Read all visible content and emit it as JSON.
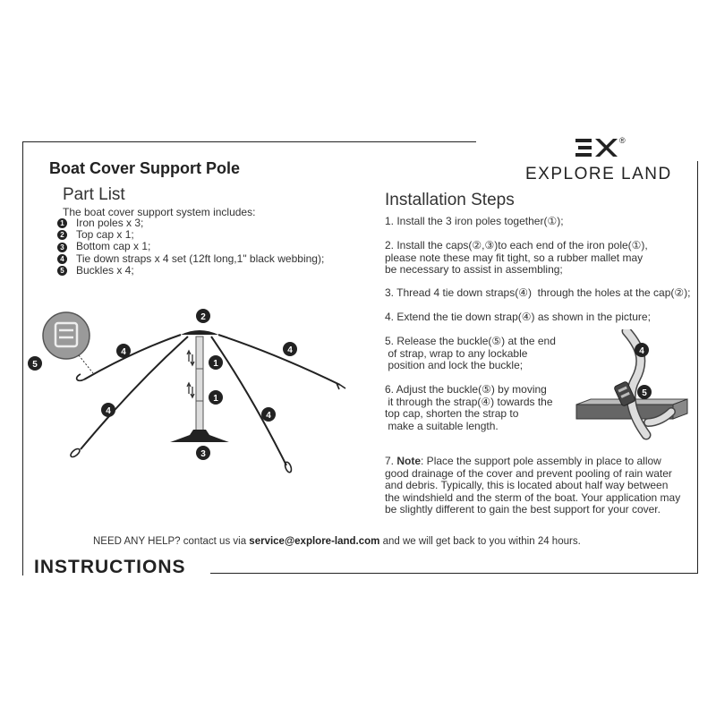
{
  "header": {
    "title": "Boat Cover Support Pole",
    "brand_name": "EXPLORE LAND",
    "brand_mark": "EX",
    "registered_mark": "®"
  },
  "part_list": {
    "heading": "Part List",
    "intro": "The boat cover support system includes:",
    "items": [
      {
        "num": "1",
        "text": "Iron poles x 3;"
      },
      {
        "num": "2",
        "text": "Top cap x 1;"
      },
      {
        "num": "3",
        "text": "Bottom cap x 1;"
      },
      {
        "num": "4",
        "text": "Tie down straps x 4 set (12ft long,1\" black webbing);"
      },
      {
        "num": "5",
        "text": "Buckles x 4;"
      }
    ]
  },
  "diagram": {
    "pole_labels": [
      "1",
      "1"
    ],
    "top_cap_label": "2",
    "bottom_cap_label": "3",
    "strap_labels": [
      "4",
      "4",
      "4",
      "4"
    ],
    "buckle_label": "5"
  },
  "installation": {
    "heading": "Installation Steps",
    "steps": [
      "1. Install the 3 iron poles together(①);",
      "2. Install the caps(②,③)to each end of the iron pole(①),\nplease note these may fit tight, so a rubber mallet may\nbe necessary to assist in assembling;",
      "3. Thread 4 tie down straps(④)  through the holes at the cap(②);",
      "4. Extend the tie down strap(④) as shown in the picture;",
      "5. Release the buckle(⑤) at the end\n of strap, wrap to any lockable\n position and lock the buckle;",
      "6. Adjust the buckle(⑤) by moving\n it through the strap(④) towards the\ntop cap, shorten the strap to\n make a suitable length."
    ],
    "note_prefix": "7. ",
    "note_label": "Note",
    "note_text": ": Place the support pole assembly in place to allow\ngood drainage of the cover and prevent pooling of rain water\nand debris. Typically, this is located about half way between\nthe windshield and the sterm of the boat. Your application may\nbe slightly different to gain the best support for your cover.",
    "strap_label": "4",
    "buckle_label": "5"
  },
  "footer": {
    "help_prefix": "NEED ANY HELP? contact us via ",
    "help_email": "service@explore-land.com",
    "help_suffix": " and we will get back to you within 24 hours.",
    "instructions": "INSTRUCTIONS"
  }
}
